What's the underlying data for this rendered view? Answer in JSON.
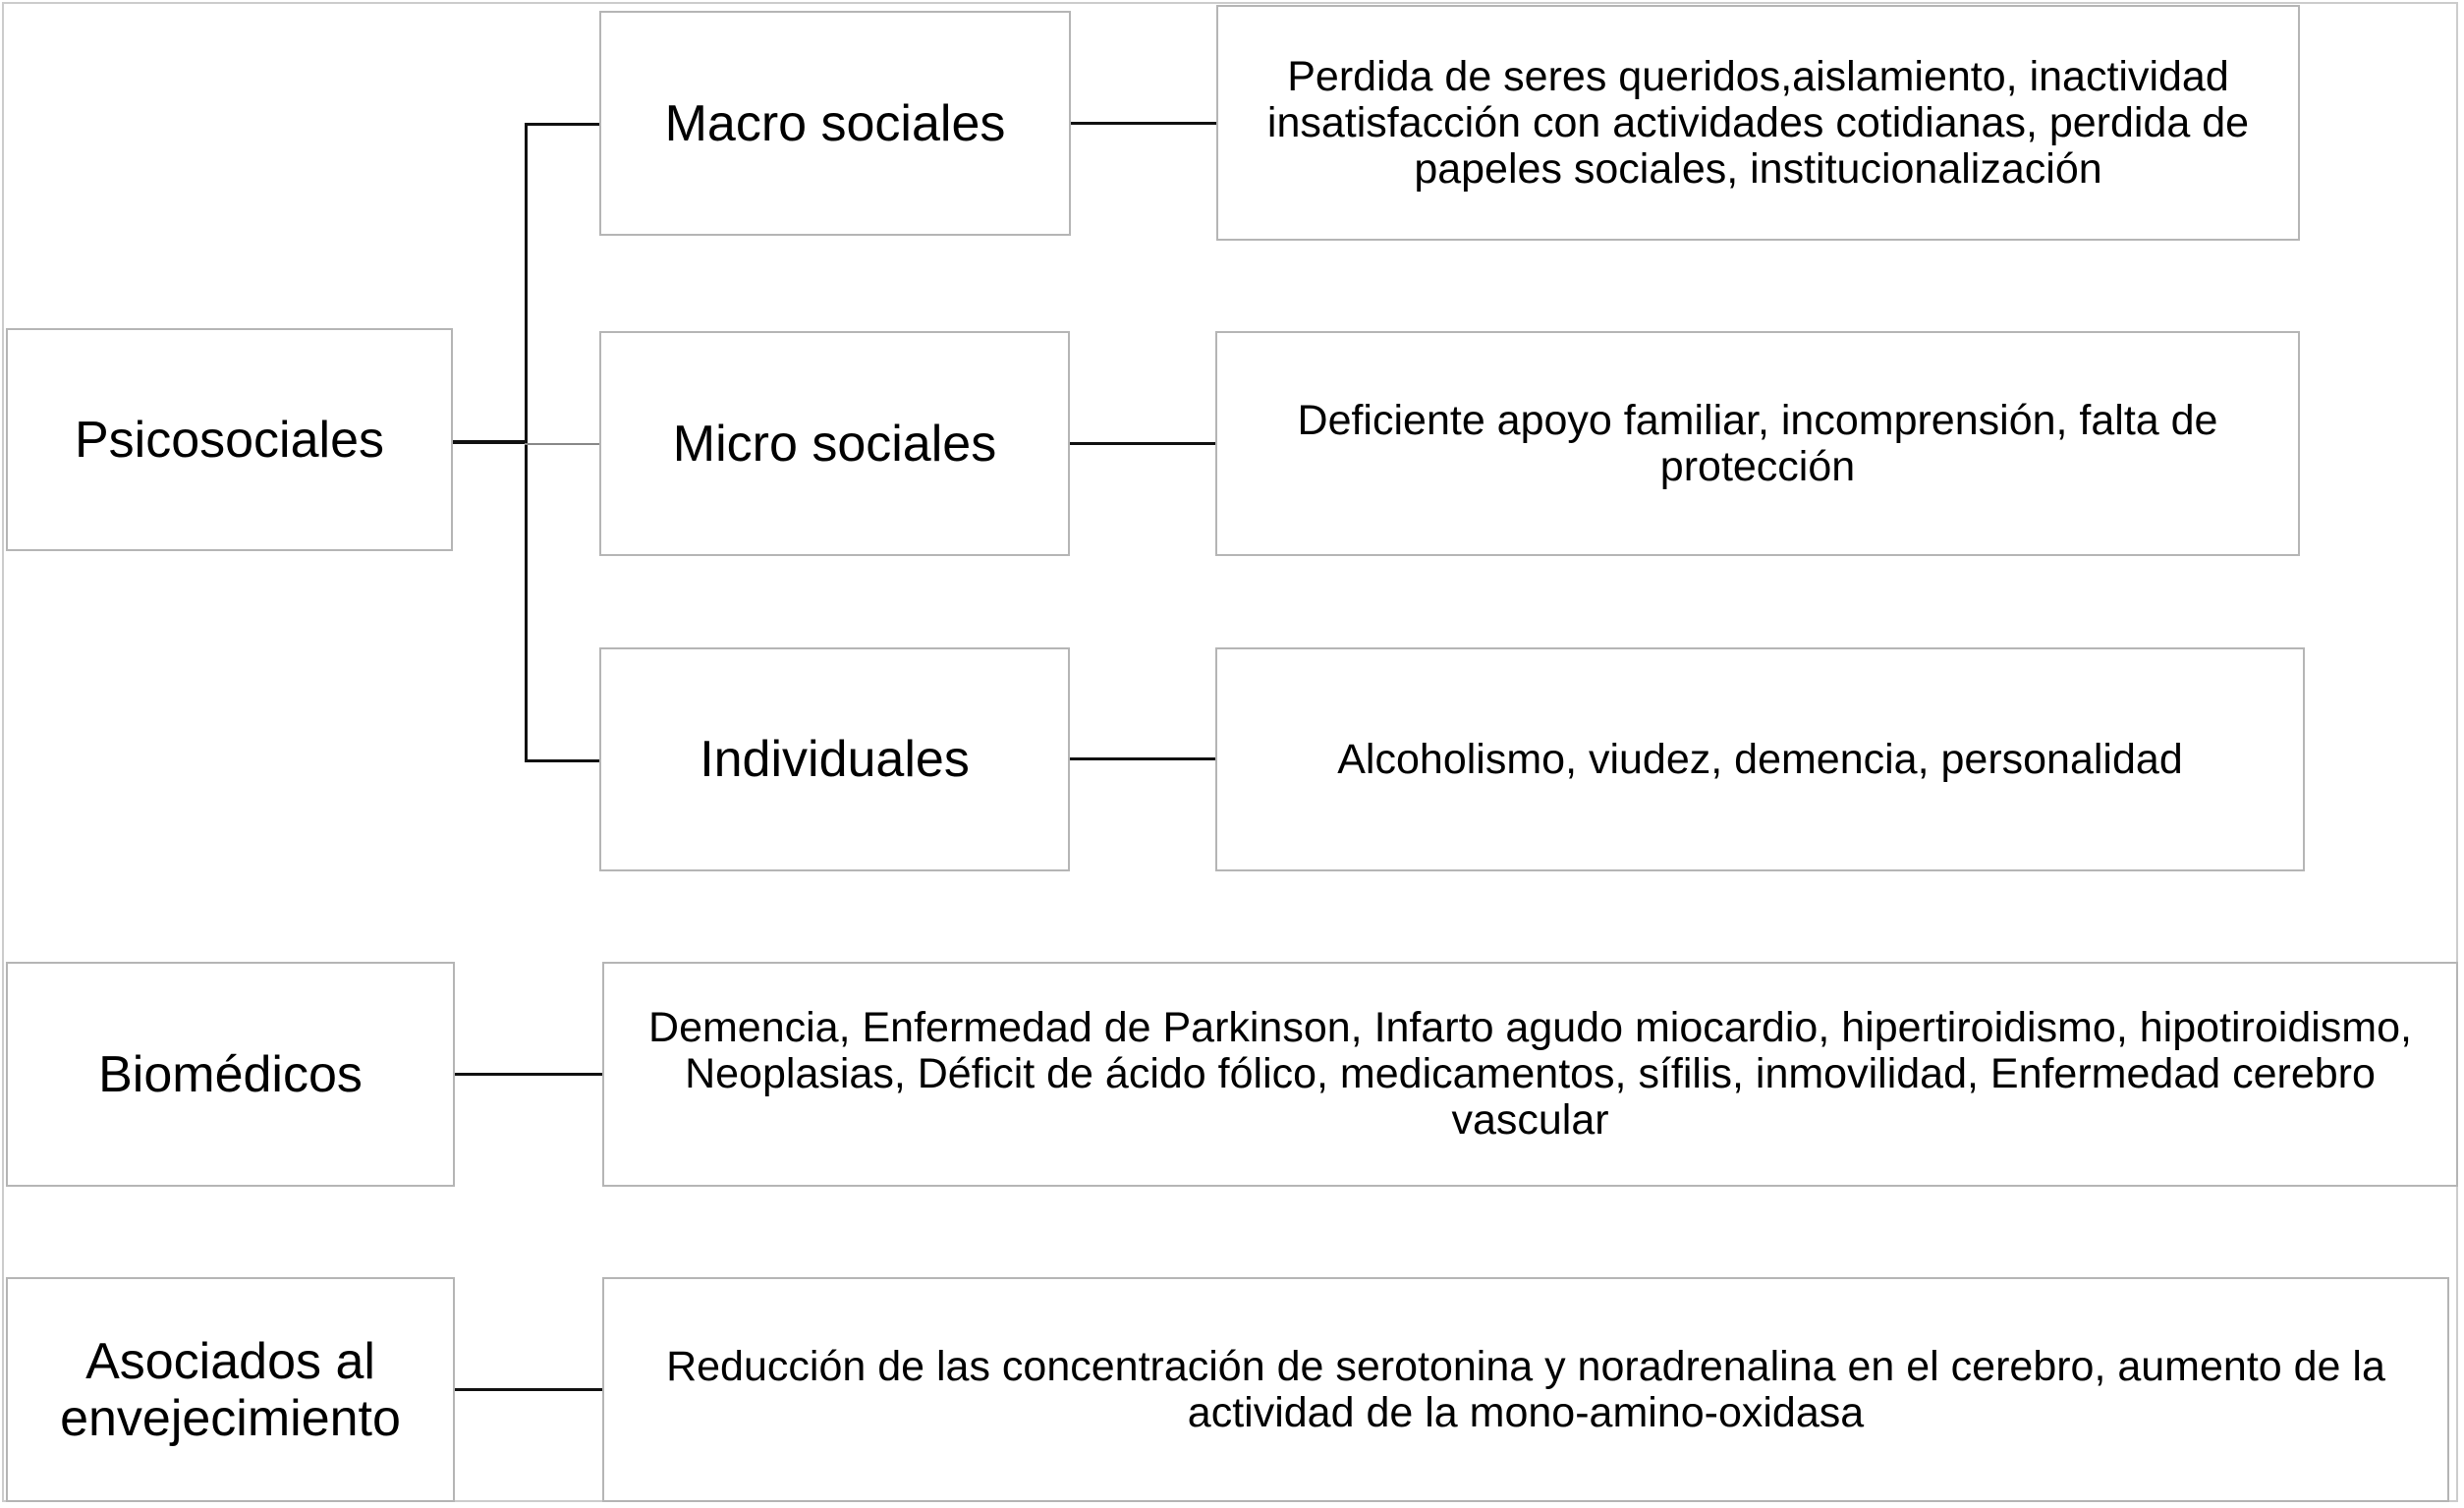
{
  "root": {
    "label": "Psicosociales"
  },
  "psicosociales": [
    {
      "label": "Macro sociales",
      "description": "Perdida de seres queridos,aislamiento, inactividad insatisfacción con actividades cotidianas, perdida de papeles sociales, institucionalización"
    },
    {
      "label": "Micro sociales",
      "description": "Deficiente apoyo familiar, incomprensión, falta de protección"
    },
    {
      "label": "Individuales",
      "description": "Alcoholismo, viudez, demencia, personalidad"
    }
  ],
  "biomedicos": {
    "label": "Biomédicos",
    "description": "Demencia, Enfermedad de Parkinson, Infarto agudo miocardio, hipertiroidismo, hipotiroidismo, Neoplasias, Déficit de ácido fólico, medicamentos, sífilis, inmovilidad, Enfermedad cerebro vascular"
  },
  "envejecimiento": {
    "label": "Asociados al envejecimiento",
    "description": "Reducción de las concentración de serotonina y noradrenalina en el cerebro, aumento de la actividad de la mono-amino-oxidasa"
  }
}
